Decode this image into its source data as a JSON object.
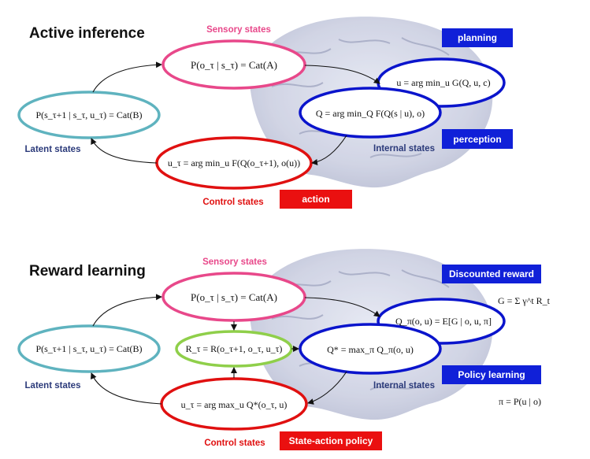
{
  "colors": {
    "sensory": "#e8488a",
    "latent": "#5fb3bf",
    "internal": "#0a14cc",
    "control": "#e01010",
    "reward": "#8fcf4a",
    "box_blue": "#1020d8",
    "box_red": "#ea1010"
  },
  "top": {
    "title": "Active inference",
    "sensory_label": "Sensory states",
    "latent_label": "Latent states",
    "internal_label": "Internal states",
    "control_label": "Control states",
    "boxes": {
      "planning": "planning",
      "perception": "perception",
      "action": "action"
    },
    "eq": {
      "sensory": "P(o_τ | s_τ) = Cat(A)",
      "latent": "P(s_τ+1 | s_τ, u_τ) = Cat(B)",
      "planning": "u = arg min_u G(Q, u, c)",
      "perception": "Q = arg min_Q F(Q(s | u), o)",
      "control": "u_τ = arg min_u F(Q(o_τ+1), o(u))"
    }
  },
  "bottom": {
    "title": "Reward learning",
    "sensory_label": "Sensory states",
    "latent_label": "Latent states",
    "internal_label": "Internal states",
    "control_label": "Control states",
    "boxes": {
      "discounted": "Discounted reward",
      "policy_learning": "Policy learning",
      "policy": "State-action policy"
    },
    "eq": {
      "sensory": "P(o_τ | s_τ) = Cat(A)",
      "latent": "P(s_τ+1 | s_τ, u_τ) = Cat(B)",
      "reward": "R_τ = R(o_τ+1, o_τ, u_τ)",
      "q_pi": "Q_π(o, u) = E[G | o, u, π]",
      "q_star": "Q* = max_π Q_π(o, u)",
      "control": "u_τ = arg max_u Q*(o_τ, u)",
      "g": "G = Σ γ^t R_t",
      "pi": "π = P(u | o)"
    }
  }
}
